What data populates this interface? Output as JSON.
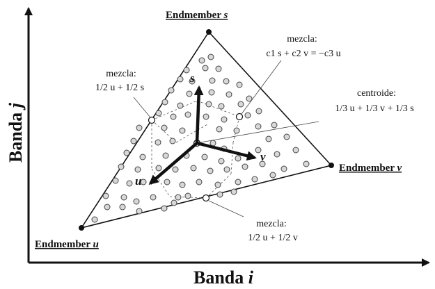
{
  "axes": {
    "x_label_prefix": "Banda ",
    "x_label_var": "i",
    "y_label_prefix": "Banda ",
    "y_label_var": "j"
  },
  "endmembers": {
    "s": {
      "prefix": "Endmember ",
      "var": "s"
    },
    "u": {
      "prefix": "Endmember ",
      "var": "u"
    },
    "v": {
      "prefix": "Endmember ",
      "var": "v"
    }
  },
  "vectors": {
    "s": "s",
    "u": "u",
    "v": "v"
  },
  "annotations": {
    "mezcla_us": {
      "title": "mezcla:",
      "formula": "1/2 u + 1/2 s"
    },
    "mezcla_svu": {
      "title": "mezcla:",
      "formula": "c1 s + c2 v = −c3 u"
    },
    "centroide": {
      "title": "centroide:",
      "formula": "1/3 u + 1/3 v + 1/3 s"
    },
    "mezcla_uv": {
      "title": "mezcla:",
      "formula": "1/2 u + 1/2 v"
    }
  },
  "colors": {
    "ink": "#111111",
    "point_fill": "#d8d8d8"
  }
}
